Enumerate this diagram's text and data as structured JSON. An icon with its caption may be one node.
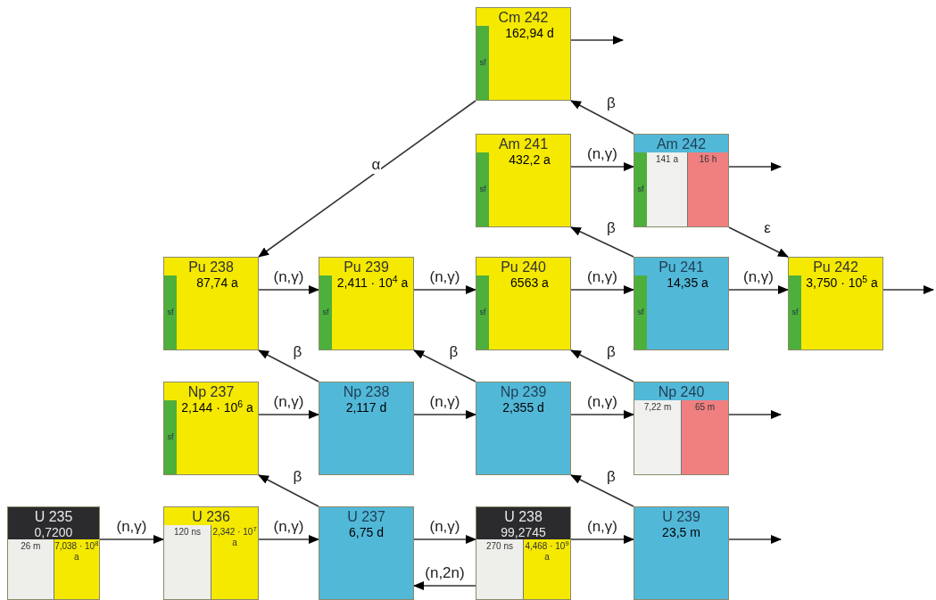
{
  "diagram": {
    "nodes": [
      {
        "text": [
          "Cm 242",
          "162,94 d",
          "sf"
        ]
      },
      {
        "text": [
          "Am 241",
          "432,2 a",
          "sf"
        ]
      },
      {
        "text": [
          "Am 242",
          "141 a",
          "16 h",
          "sf"
        ]
      },
      {
        "text": [
          "Pu 238",
          "87,74 a",
          "sf"
        ]
      },
      {
        "text": [
          "Pu 239",
          "2,411 · 10$^{4}$ a",
          "sf"
        ]
      },
      {
        "text": [
          "Pu 240",
          "6563 a",
          "sf"
        ]
      },
      {
        "text": [
          "Pu 241",
          "14,35 a",
          "sf"
        ]
      },
      {
        "text": [
          "Pu 242",
          "3,750 · 10$^{5}$ a",
          "sf"
        ]
      },
      {
        "text": [
          "Np 237",
          "2,144 · 10$^{6}$ a",
          "sf"
        ]
      },
      {
        "text": [
          "Np 238",
          "2,117 d"
        ]
      },
      {
        "text": [
          "Np 239",
          "2,355 d"
        ]
      },
      {
        "text": [
          "Np 240",
          "7,22 m",
          "65 m"
        ]
      },
      {
        "text": [
          "U 235",
          "0,7200",
          "26 m",
          "7,038 · 10$^{8}$ a"
        ]
      },
      {
        "text": [
          "U 236",
          "120 ns",
          "2,342 · 10$^{7}$ a"
        ]
      },
      {
        "text": [
          "U 237",
          "6,75 d"
        ]
      },
      {
        "text": [
          "U 238",
          "99,2745",
          "270 ns",
          "4,468 · 10$^{9}$ a"
        ]
      },
      {
        "text": [
          "U 239",
          "23,5 m"
        ]
      }
    ],
    "edges": [
      {
        "from": 0,
        "to": null,
        "arrow": "to"
      },
      {
        "from": 2,
        "to": 0,
        "arrow": "to",
        "label": "β"
      },
      {
        "from": 0,
        "to": 3,
        "arrow": "to",
        "label": "α"
      },
      {
        "from": 1,
        "to": 2,
        "arrow": "to",
        "label": "(n,γ)"
      },
      {
        "from": 2,
        "to": null,
        "arrow": "to"
      },
      {
        "from": 6,
        "to": 1,
        "arrow": "to",
        "label": "β"
      },
      {
        "from": 2,
        "to": 7,
        "arrow": "to",
        "label": "ε"
      },
      {
        "from": 3,
        "to": 4,
        "arrow": "to",
        "label": "(n,γ)"
      },
      {
        "from": 4,
        "to": 5,
        "arrow": "to",
        "label": "(n,γ)"
      },
      {
        "from": 5,
        "to": 6,
        "arrow": "to",
        "label": "(n,γ)"
      },
      {
        "from": 6,
        "to": 7,
        "arrow": "to",
        "label": "(n,γ)"
      },
      {
        "from": 7,
        "to": null,
        "arrow": "to"
      },
      {
        "from": 9,
        "to": 3,
        "arrow": "to",
        "label": "β"
      },
      {
        "from": 10,
        "to": 4,
        "arrow": "to",
        "label": "β"
      },
      {
        "from": 11,
        "to": 5,
        "arrow": "to",
        "label": "β"
      },
      {
        "from": 8,
        "to": 9,
        "arrow": "to",
        "label": "(n,γ)"
      },
      {
        "from": 9,
        "to": 10,
        "arrow": "to",
        "label": "(n,γ)"
      },
      {
        "from": 10,
        "to": 11,
        "arrow": "to",
        "label": "(n,γ)"
      },
      {
        "from": 11,
        "to": null,
        "arrow": "to"
      },
      {
        "from": 14,
        "to": 8,
        "arrow": "to",
        "label": "β"
      },
      {
        "from": 16,
        "to": 10,
        "arrow": "to",
        "label": "β"
      },
      {
        "from": 12,
        "to": 13,
        "arrow": "to",
        "label": "(n,γ)"
      },
      {
        "from": 13,
        "to": 14,
        "arrow": "to",
        "label": "(n,γ)"
      },
      {
        "from": 14,
        "to": 15,
        "arrow": "to",
        "label": "(n,γ)"
      },
      {
        "from": 15,
        "to": 14,
        "arrow": "to",
        "label": "(n,2n)"
      },
      {
        "from": 15,
        "to": 16,
        "arrow": "to",
        "label": "(n,γ)"
      },
      {
        "from": 16,
        "to": null,
        "arrow": "to"
      }
    ]
  }
}
